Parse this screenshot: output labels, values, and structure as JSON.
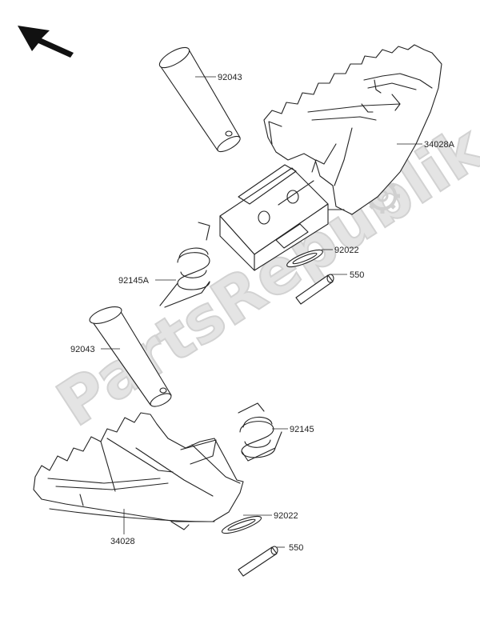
{
  "watermark": {
    "text": "PartsRepublik"
  },
  "parts": {
    "pin_upper": "92043",
    "footpeg_right": "34028A",
    "washer_upper": "92022",
    "cotter_upper": "550",
    "spring_upper": "92145A",
    "pin_lower": "92043",
    "spring_lower": "92145",
    "washer_lower": "92022",
    "cotter_lower": "550",
    "footpeg_left": "34028"
  },
  "colors": {
    "line": "#222222",
    "watermark": "#d9d9d9",
    "background": "#ffffff"
  },
  "icons": {
    "direction": "arrow-up-left-icon",
    "watermark_logo": "gear-icon"
  }
}
